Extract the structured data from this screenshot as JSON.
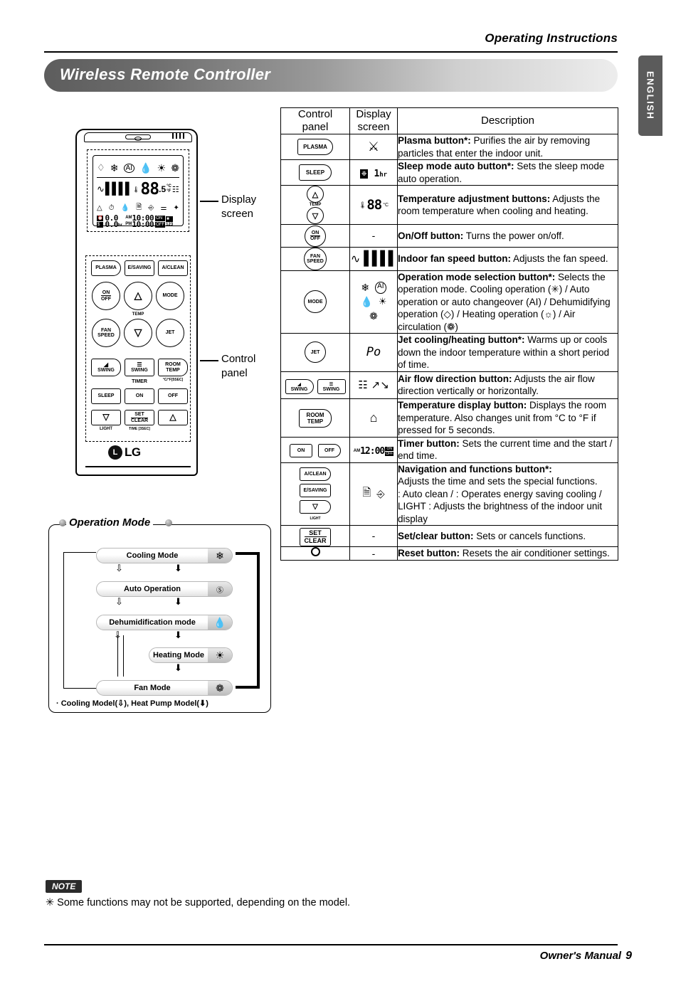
{
  "header": {
    "eyebrow": "Operating Instructions",
    "banner_title": "Wireless Remote Controller",
    "language_tab": "ENGLISH"
  },
  "remote": {
    "callouts": {
      "display": "Display\nscreen",
      "control": "Control\npanel"
    },
    "lcd": {
      "row1_icons": [
        "plasma-signal",
        "snowflake",
        "ai-auto",
        "water-drop",
        "sun",
        "fan"
      ],
      "fan_icon": "fan-swirl",
      "bars": "fan-speed-bars",
      "temp_value": "88",
      "temp_decimal": ".5",
      "unit_c": "°C",
      "unit_f": "°F",
      "row3_icons": [
        "plasma",
        "timer-clock",
        "water-clean",
        "auto-clean",
        "energy-saving",
        "heater",
        "jet"
      ],
      "timer_left_top": "0.0",
      "timer_left_bottom": "0.0",
      "hr_label": "hr.",
      "am_label": "AM",
      "pm_label": "PM",
      "clock_top": "10:00",
      "clock_bottom": "10:00",
      "on_badge": "ON",
      "off_badge": "OFF",
      "num_badge": "123"
    },
    "buttons": [
      {
        "label": "PLASMA",
        "shape": "pill"
      },
      {
        "label": "E/SAVING",
        "shape": "rect"
      },
      {
        "label": "A/CLEAN",
        "shape": "rect"
      },
      {
        "label": "ON\nOFF",
        "shape": "round"
      },
      {
        "label": "△",
        "shape": "round"
      },
      {
        "label": "MODE",
        "shape": "round"
      },
      {
        "label": "FAN\nSPEED",
        "shape": "round"
      },
      {
        "label": "▽",
        "shape": "round"
      },
      {
        "label": "JET",
        "shape": "round"
      },
      {
        "label": "SWING",
        "shape": "pill"
      },
      {
        "label": "SWING",
        "shape": "rect"
      },
      {
        "label": "ROOM\nTEMP",
        "shape": "pill"
      },
      {
        "label": "SLEEP",
        "shape": "rect"
      },
      {
        "label": "ON",
        "shape": "rect"
      },
      {
        "label": "OFF",
        "shape": "rect"
      },
      {
        "label": "▽",
        "shape": "rect"
      },
      {
        "label": "SET\nCLEAR",
        "shape": "rect"
      },
      {
        "label": "△",
        "shape": "rect"
      }
    ],
    "sublabels": {
      "temp": "TEMP",
      "timer": "TIMER",
      "cf": "°C/°F[5SEC]",
      "light": "LIGHT",
      "time3sec": "TIME [3SEC]"
    },
    "brand": "LG"
  },
  "operation_mode": {
    "title": "Operation Mode",
    "rows": [
      {
        "label": "Cooling Mode",
        "icon": "✳"
      },
      {
        "label": "Auto Operation",
        "icon": "AI"
      },
      {
        "label": "Dehumidification mode",
        "icon": "◇"
      },
      {
        "label": "Heating Mode",
        "icon": "☼"
      },
      {
        "label": "Fan Mode",
        "icon": "❁"
      }
    ],
    "note": "· Cooling Model(⇩), Heat Pump Model(⬇)"
  },
  "table": {
    "headers": [
      "Control\npanel",
      "Display\nscreen",
      "Description"
    ],
    "rows": [
      {
        "control": "PLASMA",
        "control_shape": "pill",
        "display_icon": "plasma-leaf",
        "title": "Plasma button*:",
        "desc": "Purifies the air by removing particles that enter the indoor unit."
      },
      {
        "control": "SLEEP",
        "control_shape": "pill",
        "display_icon": "sleep-moon-hr",
        "display_extra": "hr",
        "title": "Sleep mode auto button*:",
        "desc": "Sets the sleep mode auto operation."
      },
      {
        "control": "TEMP",
        "control_shape": "temp-pair",
        "display_icon": "temp-88-c",
        "display_value": "88",
        "display_unit": "°C",
        "title": "Temperature adjustment buttons:",
        "desc": "Adjusts the room temperature when cooling and heating."
      },
      {
        "control": "ON\nOFF",
        "control_shape": "round",
        "display_icon": "none",
        "display_text": "-",
        "title": "On/Off button:",
        "desc": "Turns the power on/off."
      },
      {
        "control": "FAN\nSPEED",
        "control_shape": "round",
        "display_icon": "fan-and-bars",
        "title": "Indoor fan speed button:",
        "desc": "Adjusts the fan speed."
      },
      {
        "control": "MODE",
        "control_shape": "round",
        "display_icon": "mode-icons",
        "title": "Operation mode selection button*:",
        "desc": "Selects the operation mode. Cooling operation (✳) / Auto operation or auto changeover (AI) / Dehumidifying operation (◇) / Heating operation (☼) / Air circulation (❁)"
      },
      {
        "control": "JET",
        "control_shape": "round",
        "display_icon": "Po",
        "title": "Jet cooling/heating button*:",
        "desc": "Warms up or cools down the indoor temperature within a short period of time."
      },
      {
        "control": "SWING",
        "control_shape": "swing-pair",
        "display_icon": "swing-vertical-horizontal",
        "title": "Air flow direction button:",
        "desc": "Adjusts the air flow direction vertically or horizontally."
      },
      {
        "control": "ROOM\nTEMP",
        "control_shape": "pill",
        "display_icon": "house-thermometer",
        "title": "Temperature display button:",
        "desc": "Displays the room temperature. Also changes unit from °C to °F if pressed for 5 seconds."
      },
      {
        "control": "ON / OFF",
        "control_shape": "onoff-pair",
        "display_icon": "am-clock-onoff",
        "display_value": "12:00",
        "title": "Timer button:",
        "desc": "Sets the current time and the start / end time."
      },
      {
        "control": "A/CLEAN E/SAVING LIGHT",
        "control_shape": "nav-stack",
        "display_icon": "autoclean-energy",
        "title": "Navigation and functions button*:",
        "desc": "Adjusts the time and sets the special functions.\n: Auto clean /  : Operates energy saving cooling / LIGHT : Adjusts the brightness of the indoor unit display"
      },
      {
        "control": "SET\nCLEAR",
        "control_shape": "rect",
        "display_icon": "none",
        "display_text": "-",
        "title": "Set/clear button:",
        "desc": "Sets or cancels functions."
      },
      {
        "control": "reset-hole",
        "control_shape": "circle-hole",
        "display_icon": "none",
        "display_text": "-",
        "title": "Reset button:",
        "desc": "Resets the air conditioner settings."
      }
    ]
  },
  "note": {
    "badge": "NOTE",
    "text": "✳ Some functions may not be supported, depending on the model."
  },
  "footer": {
    "text": "Owner's Manual",
    "page": "9"
  }
}
